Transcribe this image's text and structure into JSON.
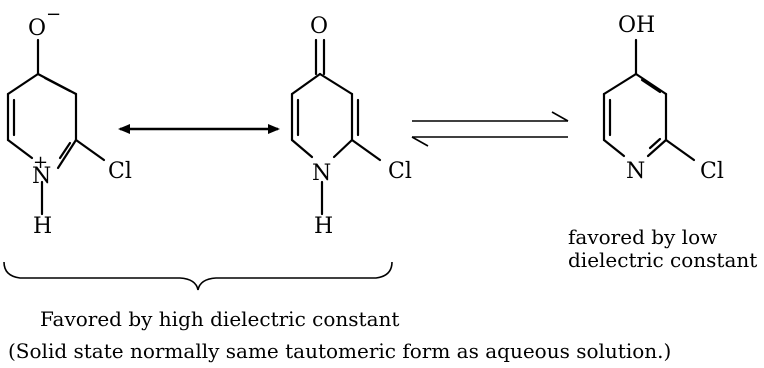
{
  "structures": {
    "zwitterion": {
      "top_atom": "O",
      "top_charge": "−",
      "ring_atom": "N",
      "ring_charge": "+",
      "substituent": "Cl",
      "n_substituent": "H"
    },
    "pyridone": {
      "top_atom": "O",
      "ring_atom": "N",
      "substituent": "Cl",
      "n_substituent": "H"
    },
    "hydroxypyridine": {
      "top_atom": "OH",
      "ring_atom": "N",
      "substituent": "Cl"
    }
  },
  "captions": {
    "low_dielectric_line1": "favored by low",
    "low_dielectric_line2": "dielectric constant",
    "high_dielectric": "Favored by high dielectric constant",
    "solid_state": "(Solid state normally same tautomeric form as  aqueous  solution.)"
  }
}
